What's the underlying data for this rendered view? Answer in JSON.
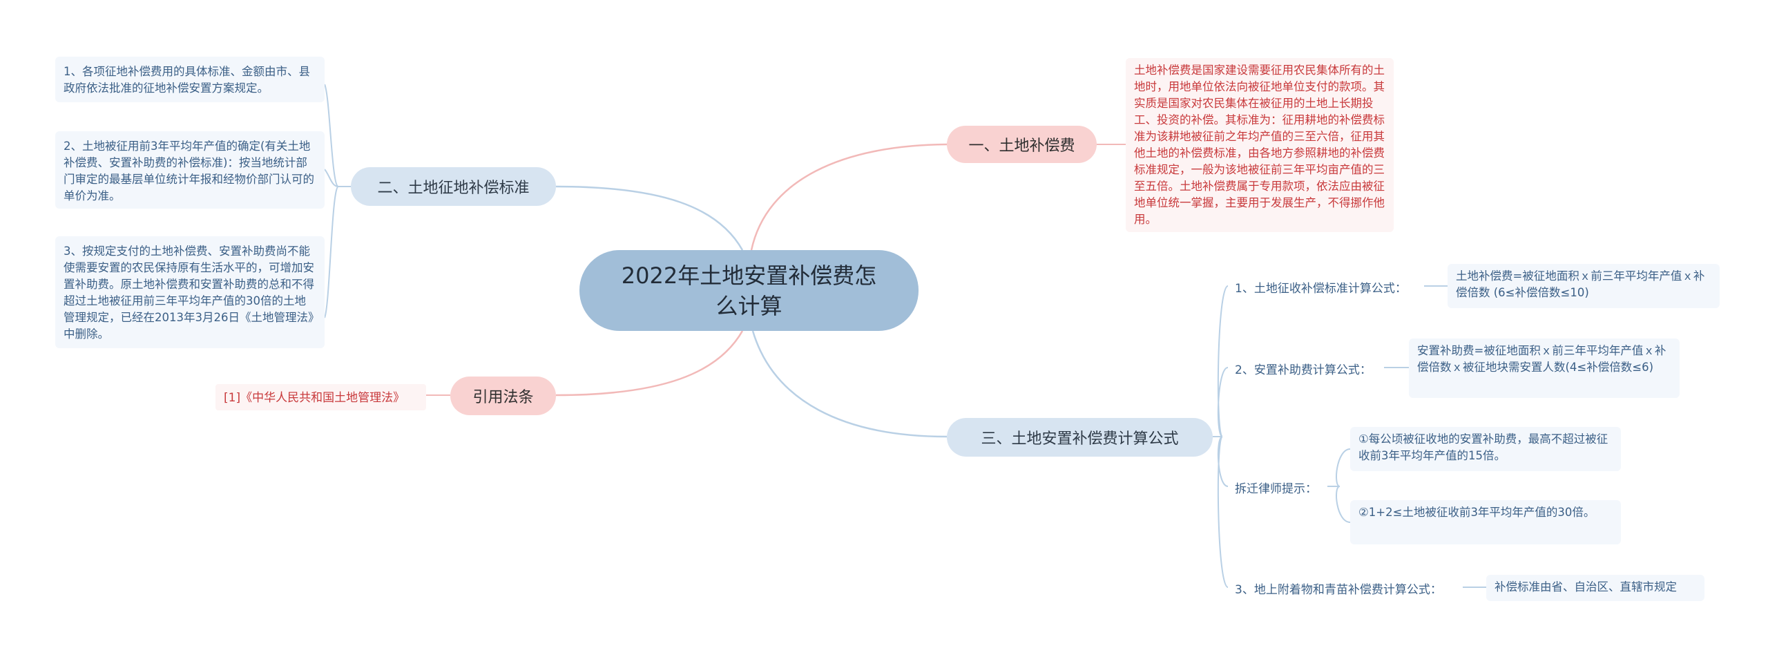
{
  "root": {
    "title": "2022年土地安置补偿费怎么计算"
  },
  "branches": {
    "b1": {
      "label": "一、土地补偿费",
      "desc": "土地补偿费是国家建设需要征用农民集体所有的土地时，用地单位依法向被征地单位支付的款项。其实质是国家对农民集体在被征用的土地上长期投工、投资的补偿。其标准为：征用耕地的补偿费标准为该耕地被征前之年均产值的三至六倍，征用其他土地的补偿费标准，由各地方参照耕地的补偿费标准规定，一般为该地被征前三年平均亩产值的三至五倍。土地补偿费属于专用款项，依法应由被征地单位统一掌握，主要用于发展生产，不得挪作他用。"
    },
    "b2": {
      "label": "二、土地征地补偿标准",
      "items": [
        "1、各项征地补偿费用的具体标准、金额由市、县政府依法批准的征地补偿安置方案规定。",
        "2、土地被征用前3年平均年产值的确定(有关土地补偿费、安置补助费的补偿标准)：按当地统计部门审定的最基层单位统计年报和经物价部门认可的单价为准。",
        "3、按规定支付的土地补偿费、安置补助费尚不能使需要安置的农民保持原有生活水平的，可增加安置补助费。原土地补偿费和安置补助费的总和不得超过土地被征用前三年平均年产值的30倍的土地管理规定，已经在2013年3月26日《土地管理法》中删除。"
      ]
    },
    "b3": {
      "label": "三、土地安置补偿费计算公式",
      "items": [
        {
          "label": "1、土地征收补偿标准计算公式：",
          "value": "土地补偿费=被征地面积ｘ前三年平均年产值ｘ补偿倍数 (6≤补偿倍数≤10)"
        },
        {
          "label": "2、安置补助费计算公式：",
          "value": "安置补助费=被征地面积ｘ前三年平均年产值ｘ补偿倍数ｘ被征地块需安置人数(4≤补偿倍数≤6)"
        },
        {
          "label": "拆迁律师提示：",
          "values": [
            "①每公顷被征收地的安置补助费，最高不超过被征收前3年平均年产值的15倍。",
            "②1+2≤土地被征收前3年平均年产值的30倍。"
          ]
        },
        {
          "label": "3、地上附着物和青苗补偿费计算公式：",
          "value": "补偿标准由省、自治区、直辖市规定"
        }
      ]
    },
    "b4": {
      "label": "引用法条",
      "ref": "[1]《中华人民共和国土地管理法》"
    }
  },
  "colors": {
    "root": "#a1bed8",
    "blue_branch": "#d7e4f1",
    "pink_branch": "#f9d2d1",
    "blue_line": "#b9d0e5",
    "pink_line": "#f2b9b8",
    "leaf_text": "#3b5f86",
    "red_text": "#c8393b"
  }
}
